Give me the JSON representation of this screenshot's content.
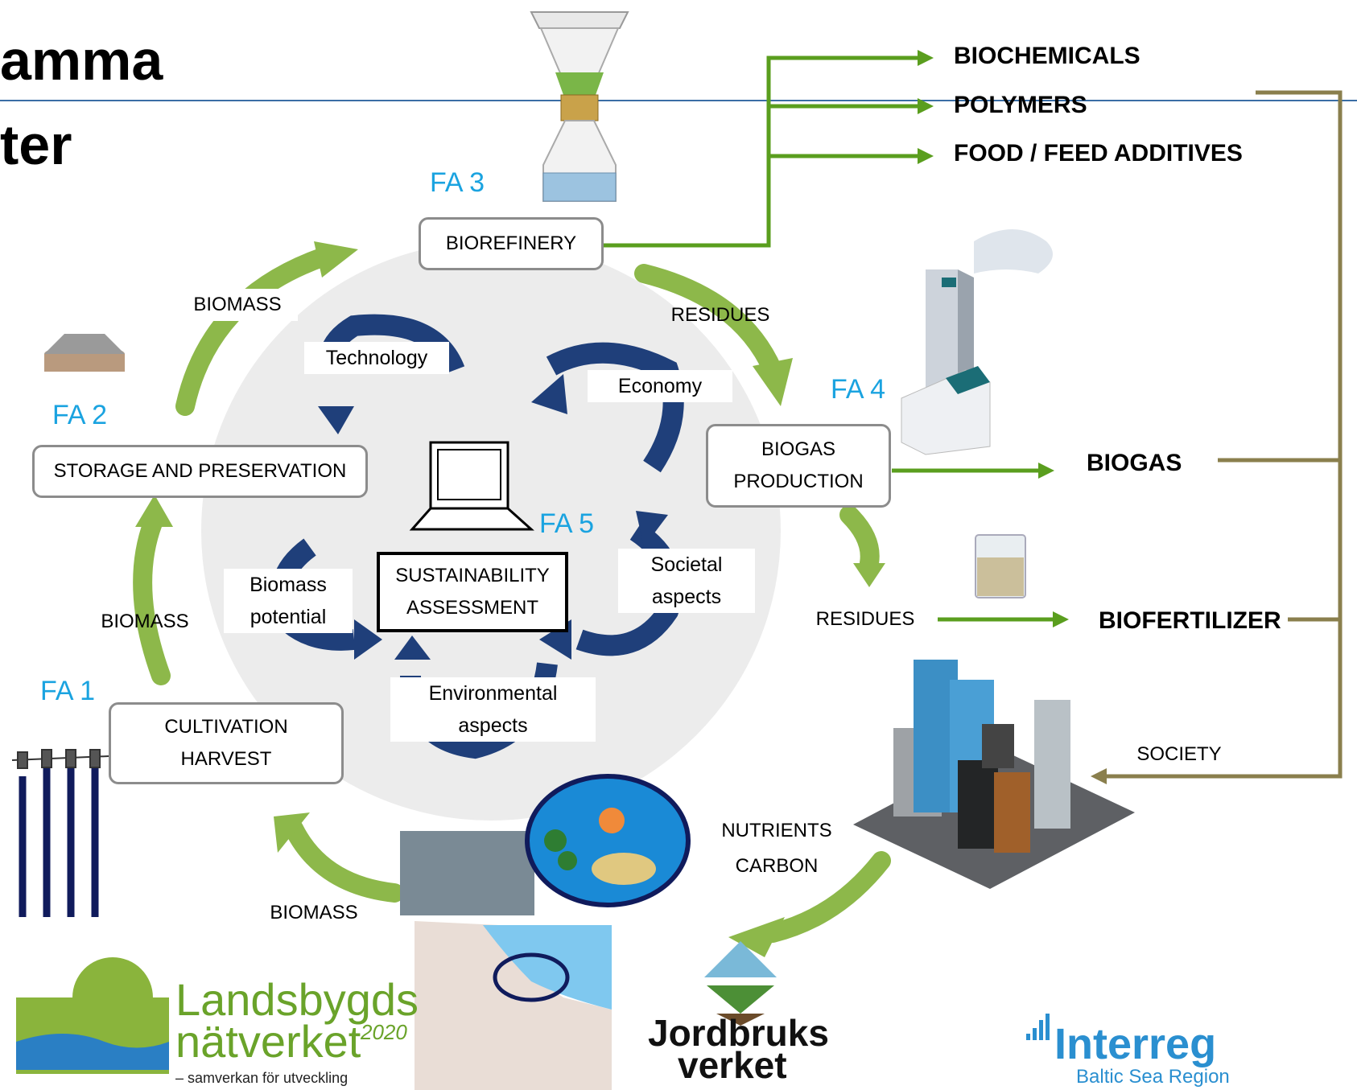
{
  "header": {
    "title_line1": "amma",
    "title_line2": "ter"
  },
  "focus_areas": {
    "fa1": "FA 1",
    "fa2": "FA 2",
    "fa3": "FA 3",
    "fa4": "FA 4",
    "fa5": "FA 5"
  },
  "process_boxes": {
    "cultivation": [
      "CULTIVATION",
      "HARVEST"
    ],
    "storage": "STORAGE AND PRESERVATION",
    "biorefinery": "BIOREFINERY",
    "biogas_production": [
      "BIOGAS",
      "PRODUCTION"
    ],
    "sustainability": [
      "SUSTAINABILITY",
      "ASSESSMENT"
    ]
  },
  "flow_labels": {
    "biomass_top": "BIOMASS",
    "biomass_left": "BIOMASS",
    "biomass_bottom": "BIOMASS",
    "residues_top": "RESIDUES",
    "residues_right": "RESIDUES",
    "nutrients": "NUTRIENTS",
    "carbon": "CARBON",
    "society": "SOCIETY"
  },
  "assessment_aspects": {
    "technology": "Technology",
    "economy": "Economy",
    "societal": [
      "Societal",
      "aspects"
    ],
    "environmental": [
      "Environmental",
      "aspects"
    ],
    "biomass_potential": [
      "Biomass",
      "potential"
    ]
  },
  "outputs": {
    "biochemicals": "BIOCHEMICALS",
    "polymers": "POLYMERS",
    "food_feed": "FOOD / FEED ADDITIVES",
    "biogas": "BIOGAS",
    "biofertilizer": "BIOFERTILIZER"
  },
  "logos": {
    "landsbygd_line1": "Landsbygds",
    "landsbygd_line2": "nätverket",
    "landsbygd_year": "2020",
    "landsbygd_tagline": "– samverkan för utveckling",
    "jordbruk_line1": "Jordbruks",
    "jordbruk_line2": "verket",
    "interreg": "Interreg",
    "interreg_sub": "Baltic Sea Region"
  },
  "colors": {
    "fa_blue": "#1aa3e0",
    "flow_green": "#8db84a",
    "output_green": "#5a9e1e",
    "society_olive": "#8a7f4d",
    "cycle_navy": "#1f3f7a",
    "circle_grey": "#ececec",
    "box_border": "#8c8c8c"
  }
}
